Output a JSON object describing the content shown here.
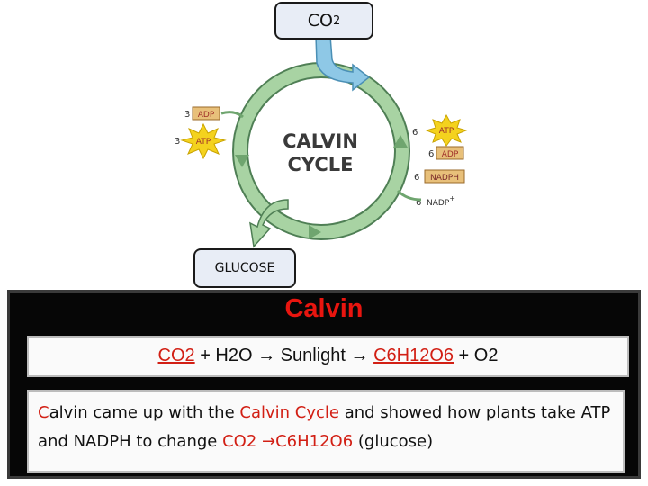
{
  "diagram": {
    "input_label": "CO",
    "input_subscript": "2",
    "output_label": "GLUCOSE",
    "cycle_title_line1": "CALVIN",
    "cycle_title_line2": "CYCLE",
    "left_inputs": [
      {
        "count": "3",
        "molecule": "ADP"
      },
      {
        "count": "3",
        "molecule": "ATP"
      }
    ],
    "right_inputs": [
      {
        "count": "6",
        "molecule": "ATP"
      },
      {
        "count": "6",
        "molecule": "ADP"
      },
      {
        "count": "6",
        "molecule": "NADPH"
      },
      {
        "count": "6",
        "molecule": "NADP",
        "superscript": "+"
      }
    ],
    "colors": {
      "cycle_arrow": "#8fbf8f",
      "cycle_arrow_edge": "#4f7f55",
      "co2_arrow": "#8ec8e6",
      "atp_burst": "#f4d21e",
      "adp_box": "#e8c07a",
      "title_red": "#e8150f"
    }
  },
  "panel": {
    "title": "Calvin",
    "equation": {
      "part1": "CO2",
      "part2": " + H2O → Sunlight → ",
      "part3": "C6H12O6",
      "part4": " + O2"
    },
    "description": {
      "s1_first_letter": "C",
      "s1_rest": "alvin came up with the ",
      "s2_first_letter": "C",
      "s2_rest": "alvin",
      "s3_space": " ",
      "s4_first_letter": "C",
      "s4_rest": "ycle",
      "s5": " and showed how plants take ATP and NADPH to change ",
      "s6": "CO2 →C6H12O6",
      "s7": " (glucose)"
    }
  }
}
